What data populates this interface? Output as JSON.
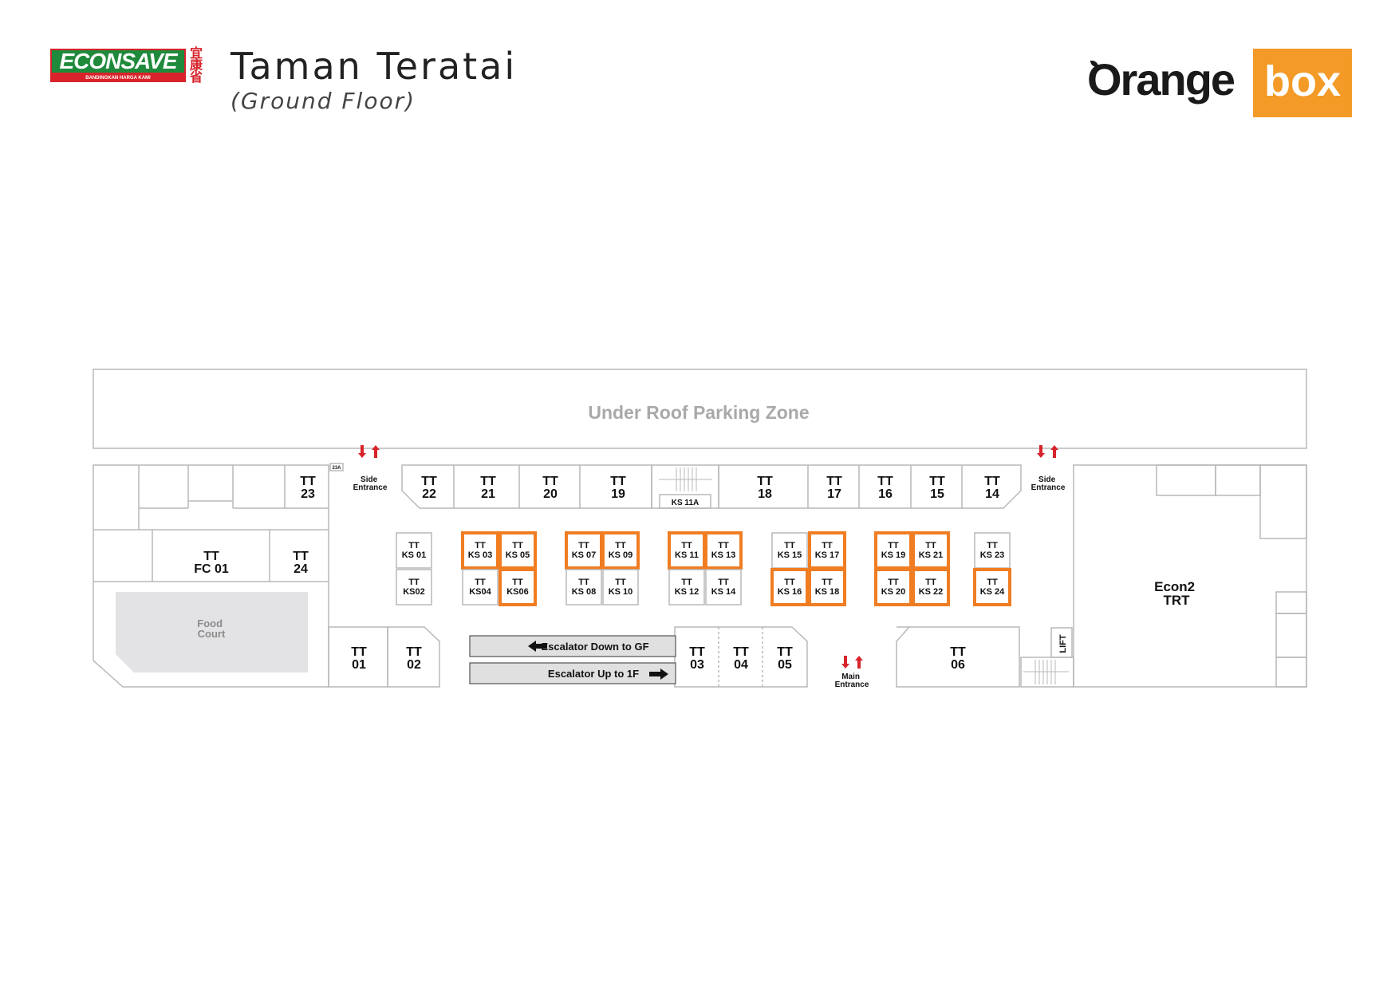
{
  "header": {
    "econsave_logo_text": "ECONSAVE",
    "econsave_tagline": "BANDINGKAN HARGA KAMI",
    "econsave_chinese": "宜康省",
    "title": "Taman Teratai",
    "subtitle": "(Ground Floor)",
    "orangebox_word1": "Orange",
    "orangebox_word2": "box"
  },
  "colors": {
    "highlight": "#f07d22",
    "arrow": "#d8232a",
    "outline": "#b8b8b8",
    "food_court": "#e3e3e5",
    "escalator": "#e0e0e0"
  },
  "zones": {
    "parking": "Under Roof Parking Zone",
    "food_court": "Food Court",
    "lift": "LIFT",
    "econ2": "Econ2 TRT",
    "side_entrance": "Side Entrance",
    "main_entrance": "Main Entrance",
    "escalator_down": "Escalator Down to GF",
    "escalator_up": "Escalator Up to 1F",
    "small_23a": "23A",
    "stair_kiosk": "KS 11A"
  },
  "shops": [
    {
      "id": "TT 23"
    },
    {
      "id": "TT FC 01"
    },
    {
      "id": "TT 24"
    },
    {
      "id": "TT 22"
    },
    {
      "id": "TT 21"
    },
    {
      "id": "TT 20"
    },
    {
      "id": "TT 19"
    },
    {
      "id": "TT 18"
    },
    {
      "id": "TT 17"
    },
    {
      "id": "TT 16"
    },
    {
      "id": "TT 15"
    },
    {
      "id": "TT 14"
    },
    {
      "id": "TT 01"
    },
    {
      "id": "TT 02"
    },
    {
      "id": "TT 03"
    },
    {
      "id": "TT 04"
    },
    {
      "id": "TT 05"
    },
    {
      "id": "TT 06"
    }
  ],
  "kiosks": [
    {
      "id": "TT KS 01",
      "highlighted": false
    },
    {
      "id": "TT KS02",
      "highlighted": false
    },
    {
      "id": "TT KS 03",
      "highlighted": true
    },
    {
      "id": "TT KS04",
      "highlighted": false
    },
    {
      "id": "TT KS 05",
      "highlighted": true
    },
    {
      "id": "TT KS06",
      "highlighted": true
    },
    {
      "id": "TT KS 07",
      "highlighted": true
    },
    {
      "id": "TT KS 08",
      "highlighted": false
    },
    {
      "id": "TT KS 09",
      "highlighted": true
    },
    {
      "id": "TT KS 10",
      "highlighted": false
    },
    {
      "id": "TT KS 11",
      "highlighted": true
    },
    {
      "id": "TT KS 12",
      "highlighted": false
    },
    {
      "id": "TT KS 13",
      "highlighted": true
    },
    {
      "id": "TT KS 14",
      "highlighted": false
    },
    {
      "id": "TT KS 15",
      "highlighted": false
    },
    {
      "id": "TT KS 16",
      "highlighted": true
    },
    {
      "id": "TT KS 17",
      "highlighted": true
    },
    {
      "id": "TT KS 18",
      "highlighted": true
    },
    {
      "id": "TT KS 19",
      "highlighted": true
    },
    {
      "id": "TT KS 20",
      "highlighted": true
    },
    {
      "id": "TT KS 21",
      "highlighted": true
    },
    {
      "id": "TT KS 22",
      "highlighted": true
    },
    {
      "id": "TT KS 23",
      "highlighted": false
    },
    {
      "id": "TT KS 24",
      "highlighted": true
    }
  ]
}
